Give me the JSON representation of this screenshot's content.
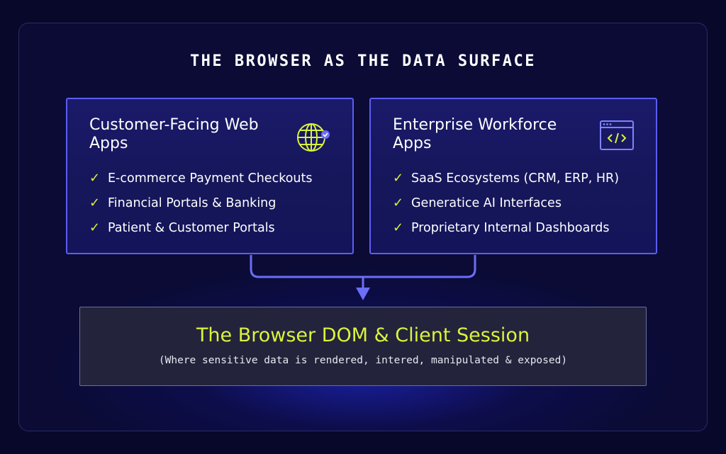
{
  "title": "THE BROWSER AS THE DATA SURFACE",
  "cards": [
    {
      "title": "Customer-Facing Web Apps",
      "icon": "globe-check-icon",
      "items": [
        "E-commerce Payment Checkouts",
        "Financial Portals & Banking",
        "Patient & Customer Portals"
      ]
    },
    {
      "title": "Enterprise Workforce Apps",
      "icon": "code-window-icon",
      "items": [
        "SaaS Ecosystems (CRM, ERP, HR)",
        "Generatice AI Interfaces",
        "Proprietary Internal Dashboards"
      ]
    }
  ],
  "bottom": {
    "title": "The Browser DOM & Client Session",
    "subtitle": "(Where sensitive data is rendered, intered, manipulated & exposed)"
  },
  "colors": {
    "background": "#08082a",
    "card_border": "#5b5ef0",
    "accent": "#d9f43a",
    "connector": "#6b6ef7"
  }
}
